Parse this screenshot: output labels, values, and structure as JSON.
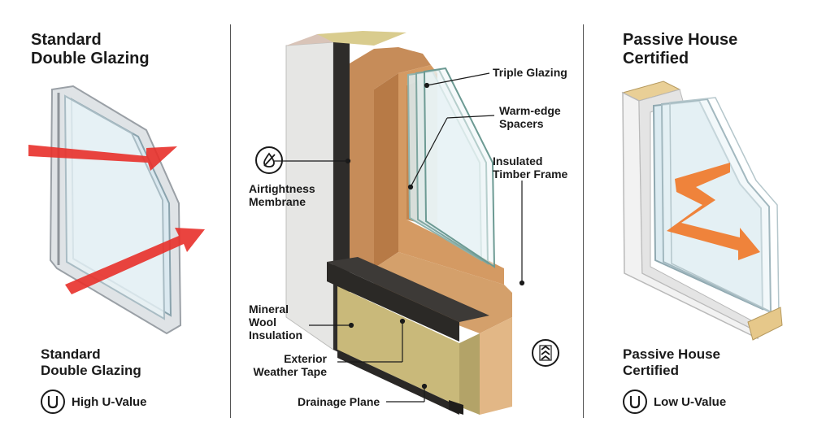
{
  "left_panel": {
    "title_line1": "Standard",
    "title_line2": "Double Glazing",
    "caption_line1": "Standard",
    "caption_line2": "Double Glazing",
    "u_label": "High U-Value",
    "badge_icon": "u-value-icon",
    "arrow_color": "#e8302a"
  },
  "center_panel": {
    "callouts": {
      "triple_glazing": "Triple Glazing",
      "warm_edge_1": "Warm-edge",
      "warm_edge_2": "Spacers",
      "timber_1": "Insulated",
      "timber_2": "Timber Frame",
      "airtight_1": "Airtightness",
      "airtight_2": "Membrane",
      "mineral_1": "Mineral",
      "mineral_2": "Wool",
      "mineral_3": "Insulation",
      "weather_1": "Exterior",
      "weather_2": "Weather Tape",
      "drainage": "Drainage Plane"
    },
    "icons": [
      "airtight-drop-icon",
      "airflow-vent-icon"
    ]
  },
  "right_panel": {
    "title_line1": "Passive House",
    "title_line2": "Certified",
    "caption_line1": "Passive House",
    "caption_line2": "Certified",
    "u_label": "Low U-Value",
    "badge_icon": "u-value-icon",
    "arrow_color": "#f07a2a"
  }
}
